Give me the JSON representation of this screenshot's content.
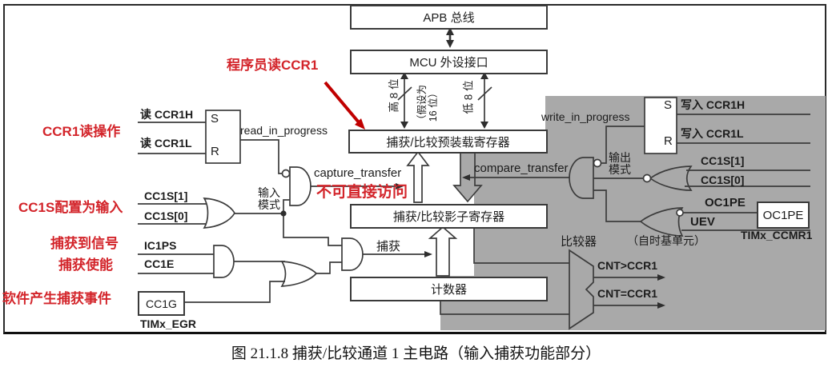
{
  "caption": "图 21.1.8 捕获/比较通道 1 主电路（输入捕获功能部分）",
  "colors": {
    "panel_gray": "#a9a9a9",
    "accent_red": "#d3242a",
    "line": "#3c3c3c"
  },
  "boxes": {
    "apb": "APB 总线",
    "mcu": "MCU 外设接口",
    "preload": "捕获/比较预装载寄存器",
    "shadow": "捕获/比较影子寄存器",
    "counter": "计数器",
    "oc1pe": "OC1PE",
    "cc1g": "CC1G"
  },
  "latch": {
    "s": "S",
    "r": "R"
  },
  "bus": {
    "high": "高 8 位",
    "assume1": "（假设为",
    "assume2": "16 位）",
    "low": "低 8 位"
  },
  "red_notes": {
    "programmer_read": "程序员读CCR1",
    "ccr1_read": "CCR1读操作",
    "cc1s_input": "CC1S配置为输入",
    "captured_signal": "捕获到信号",
    "capture_enable": "捕获使能",
    "sw_capture_event": "软件产生捕获事件",
    "no_direct_access": "不可直接访问"
  },
  "sig": {
    "read_ccr1h": "读 CCR1H",
    "read_ccr1l": "读 CCR1L",
    "write_ccr1h": "写入 CCR1H",
    "write_ccr1l": "写入 CCR1L",
    "read_in_progress": "read_in_progress",
    "write_in_progress": "write_in_progress",
    "capture_transfer": "capture_transfer",
    "compare_transfer": "compare_transfer",
    "cc1s1": "CC1S[1]",
    "cc1s0": "CC1S[0]",
    "ic1ps": "IC1PS",
    "cc1e": "CC1E",
    "oc1pe": "OC1PE",
    "uev": "UEV",
    "capture": "捕获",
    "input_mode1": "输入",
    "input_mode2": "模式",
    "output_mode1": "输出",
    "output_mode2": "模式",
    "comparator": "比较器",
    "from_timebase": "（自时基单元）",
    "cnt_gt": "CNT>CCR1",
    "cnt_eq": "CNT=CCR1",
    "timx_egr": "TIMx_EGR",
    "timx_ccmr1": "TIMx_CCMR1"
  }
}
